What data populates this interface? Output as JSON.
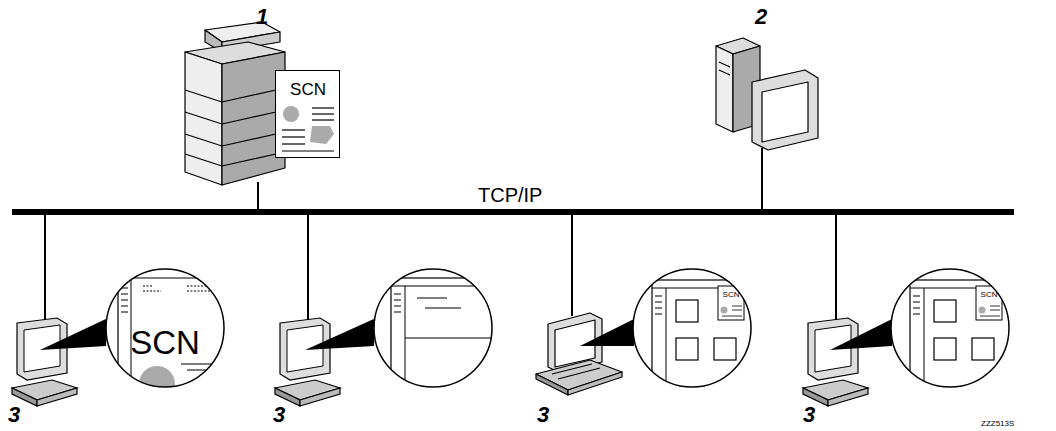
{
  "diagram": {
    "nodes": [
      {
        "text": [
          "SCN"
        ]
      },
      {
        "text": [
          "SCN"
        ]
      },
      {
        "text": [
          "SCN"
        ]
      },
      {
        "text": [
          "SCN"
        ]
      }
    ],
    "labels": [
      "1",
      "2",
      "TCP/IP",
      "3",
      "3",
      "3",
      "3",
      "ZZZ513S"
    ]
  }
}
